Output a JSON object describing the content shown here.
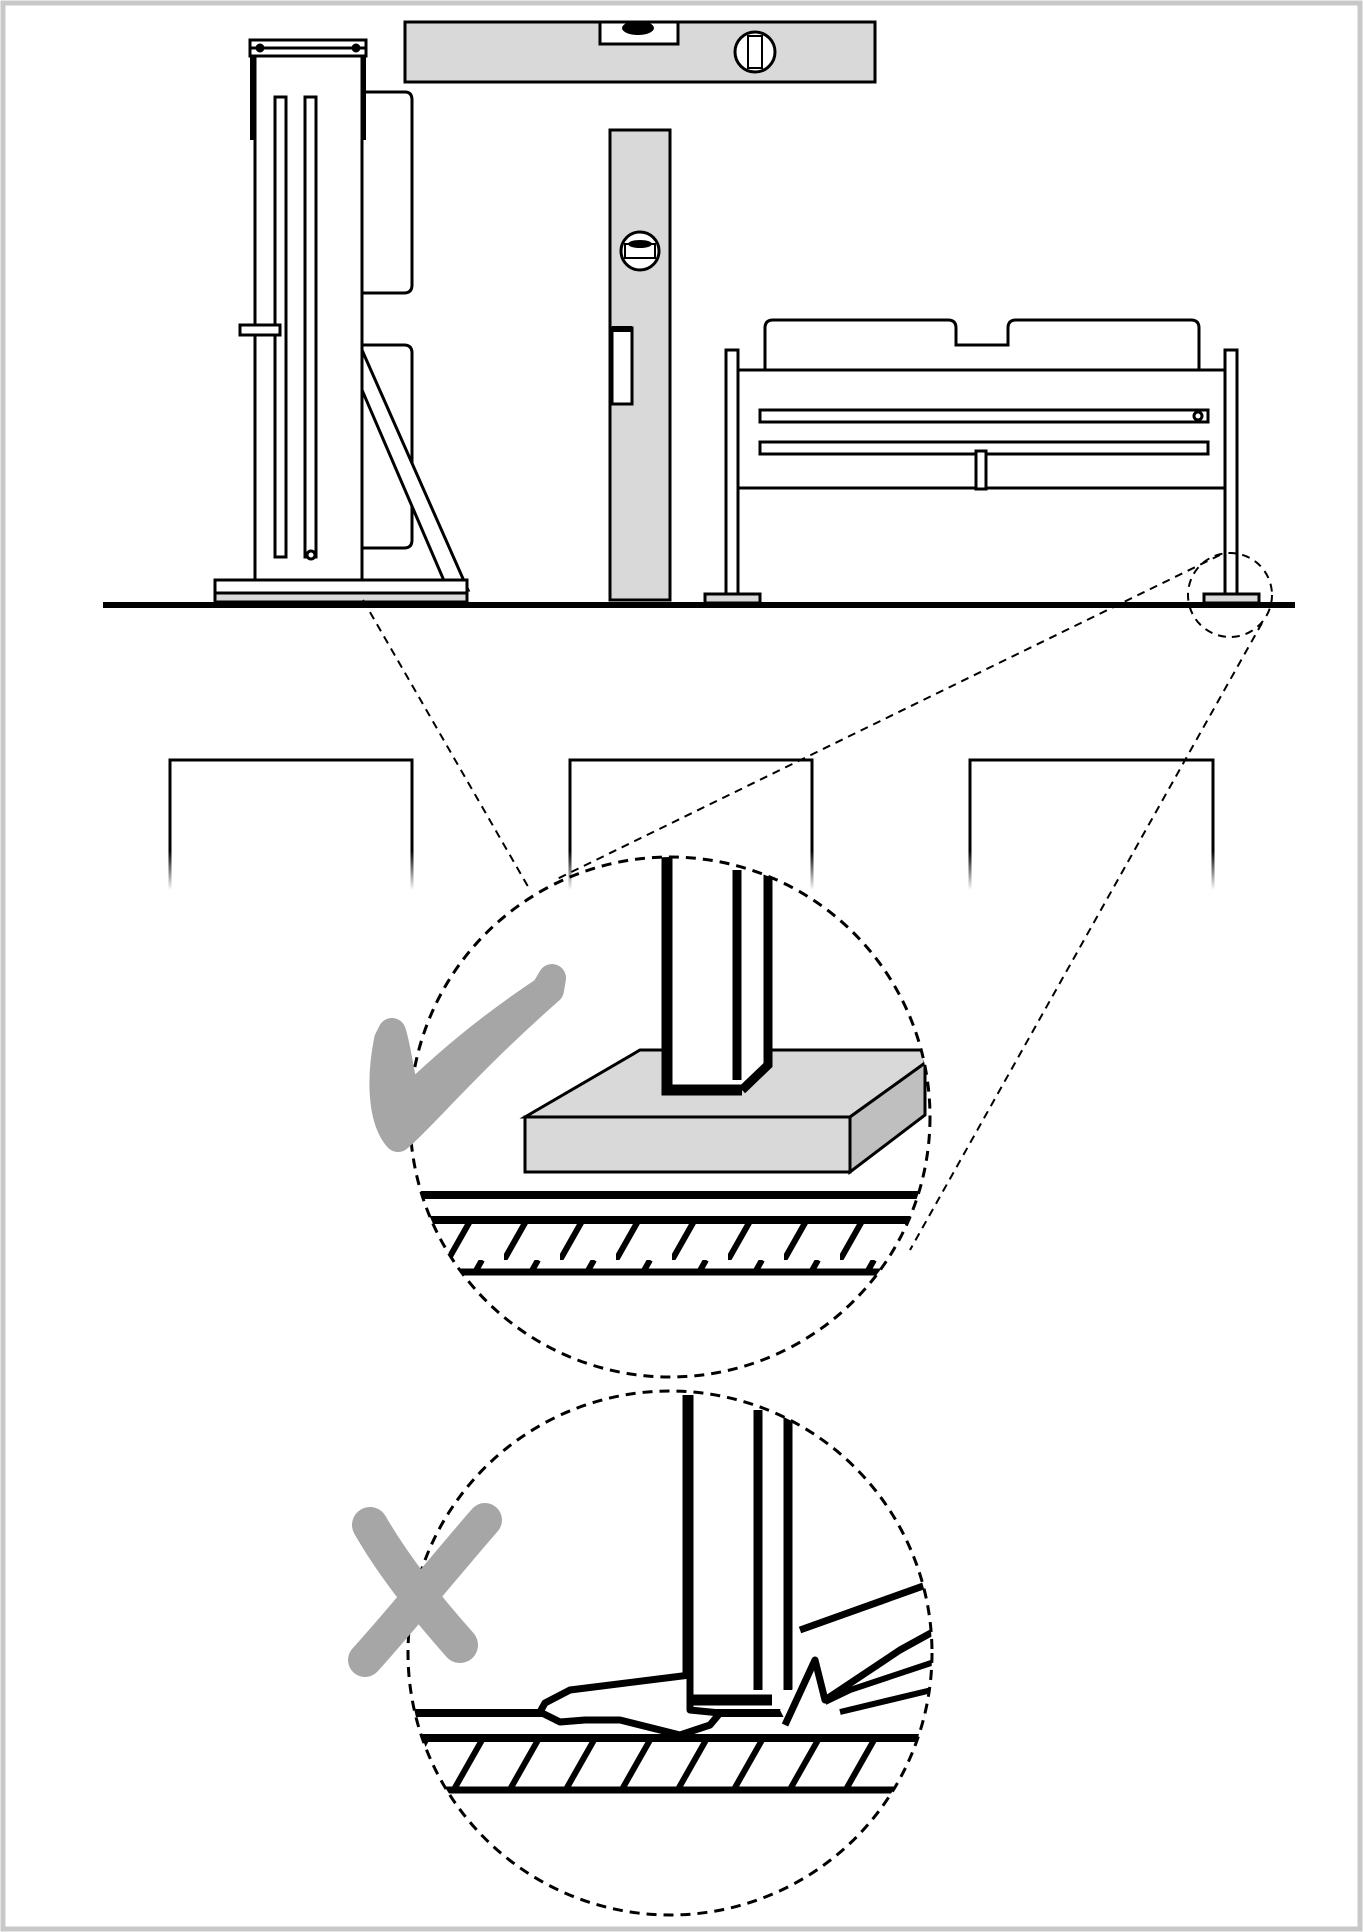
{
  "diagram": {
    "kind": "installation-illustration",
    "frame_color": "#c8c8c8",
    "line_color": "#000000",
    "fill_grey": "#d9d9d9",
    "mark_grey": "#a6a6a6",
    "detail_correct": {
      "status": "correct",
      "icon": "check-mark-icon"
    },
    "detail_incorrect": {
      "status": "incorrect",
      "icon": "cross-mark-icon"
    }
  }
}
